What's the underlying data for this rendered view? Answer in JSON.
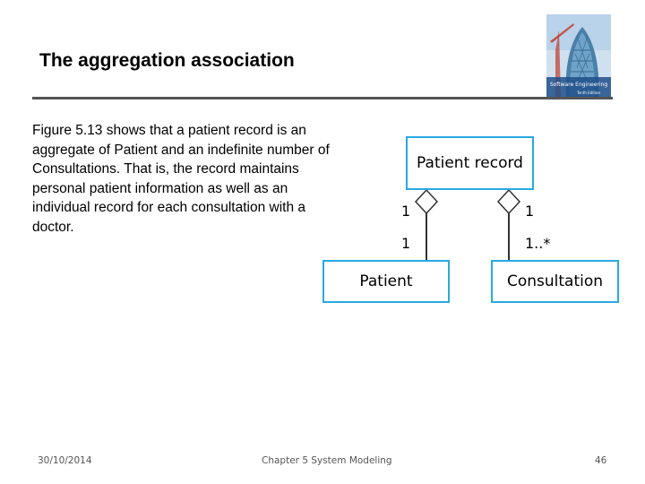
{
  "slide": {
    "title": "The aggregation association",
    "body": "Figure 5.13 shows that a patient record is an aggregate of Patient and an indefinite number of Consultations. That is, the record maintains personal patient information as well as an individual record for each consultation with a doctor."
  },
  "cover": {
    "title": "Software Engineering",
    "edition": "Tenth Edition"
  },
  "diagram": {
    "classes": {
      "patient_record": "Patient record",
      "patient": "Patient",
      "consultation": "Consultation"
    },
    "multiplicities": {
      "record_to_patient": "1",
      "patient_end": "1",
      "record_to_consultation": "1",
      "consultation_end": "1..*"
    },
    "colors": {
      "box_border": "#29a9e1",
      "line": "#333333"
    }
  },
  "footer": {
    "date": "30/10/2014",
    "chapter": "Chapter 5 System Modeling",
    "page": "46"
  }
}
